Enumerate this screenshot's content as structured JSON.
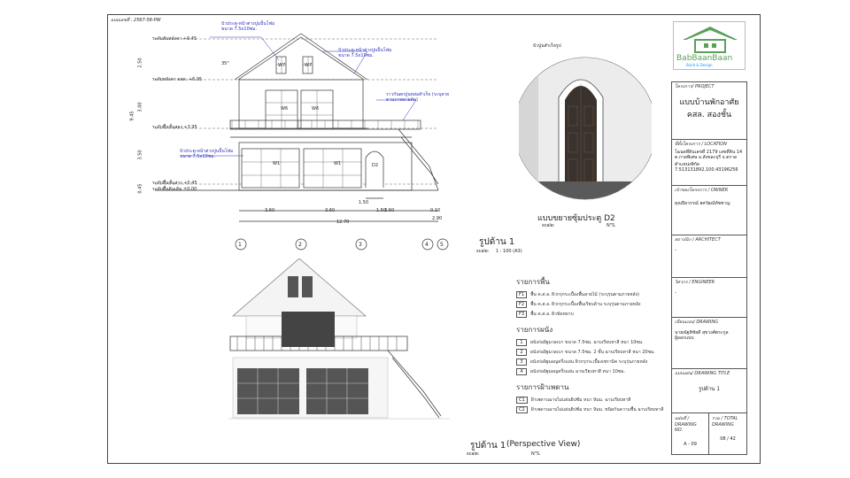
{
  "sheet": {
    "code": "แบบเลขที่ : 2567-58-PW"
  },
  "elevation": {
    "levels": [
      {
        "label": "ระดับสันหลังคา +9.45"
      },
      {
        "label": "ระดับหลังคา ดสล. +6.95"
      },
      {
        "label": "ระดับพื้นชั้นสอง +3.95"
      },
      {
        "label": "ระดับพื้นชั้นล่าง +0.45"
      },
      {
        "label": "ระดับพื้นดินเดิม ±0.00"
      }
    ],
    "vdims": [
      "2.50",
      "3.00",
      "3.50",
      "0.45"
    ],
    "total_height": "9.45",
    "angle": "35°",
    "hdims": [
      "3.60",
      "3.60",
      "3.60",
      "0.10",
      "1.50"
    ],
    "extra_dims": [
      "1.50",
      "2.90"
    ],
    "total_width": "12.70",
    "grids": [
      "1",
      "2",
      "3",
      "4",
      "5"
    ],
    "notes": {
      "n1": "บัวประตู-หน้าต่างปูนปั้นโฟม ขนาด 7.5x10ซม.",
      "n2": "บัวประตู-หน้าต่างปูนปั้นโฟม ขนาด 7.5x10ซม.",
      "n3": "ราวกันตกปูนหล่อสำเร็จ (ระบุลายตามภาพลายตัด)",
      "n4": "บัวประตู-หน้าต่างปูนปั้นโฟม ขนาด 7.5x10ซม."
    },
    "win_tags": [
      "W7",
      "W7",
      "W6",
      "W6",
      "W1",
      "W1",
      "D2"
    ],
    "title": "รูปด้าน 1",
    "scale": "1 : 100 (A3)",
    "scale_lbl": "scale:"
  },
  "detail": {
    "label": "บัวปูนสำเร็จรูป",
    "title": "แบบขยายซุ้มประตู D2",
    "scale_lbl": "scale:",
    "scale": "N\"S."
  },
  "perspective": {
    "title": "รูปด้าน 1",
    "subtitle": "(Perspective View)",
    "scale_lbl": "scale:",
    "scale": "N\"S."
  },
  "legend": {
    "floor_head": "รายการพื้น",
    "floor": [
      {
        "code": "F1",
        "text": "พื้น ค.ส.ล. ผิวกรุกระเบื้องพื้นลายไม้ (ระบุรุ่นตามภายหลัง)"
      },
      {
        "code": "F2",
        "text": "พื้น ค.ส.ล. ผิวกรุกระเบื้องพื้นเรียบด้าน ระบุรุ่นตามภายหลัง"
      },
      {
        "code": "F3",
        "text": "พื้น ค.ส.ล. ผิวขัดหยาบ"
      }
    ],
    "wall_head": "รายการผนัง",
    "wall": [
      {
        "code": "1",
        "text": "ผนังก่ออิฐมวลเบา ขนาด 7.5ซม. ฉาบเรียบทาสี หนา 10ซม."
      },
      {
        "code": "2",
        "text": "ผนังก่ออิฐมวลเบา ขนาด 7.5ซม. 2 ชั้น ฉาบเรียบทาสี หนา 20ซม."
      },
      {
        "code": "3",
        "text": "ผนังก่ออิฐมอญครึ่งแผ่น ผิวกรุกระเบื้องเซรามิค ระบุรุ่นภายหลัง"
      },
      {
        "code": "4",
        "text": "ผนังก่ออิฐมอญครึ่งแผ่น ฉาบเรียบทาสี หนา 10ซม."
      }
    ],
    "ceiling_head": "รายการฝ้าเพดาน",
    "ceiling": [
      {
        "code": "C1",
        "text": "ฝ้าเพดานฉาบไม่แผ่นยิปซั่ม หนา 9มม. ฉาบเรียบทาสี"
      },
      {
        "code": "C2",
        "text": "ฝ้าเพดานฉาบไม่แผ่นยิปซั่ม หนา 9มม. ชนิดกันความชื้น ฉาบเรียบทาสี"
      }
    ]
  },
  "logo": {
    "brand": "BabBaanBaan",
    "tagline": "Build & Design"
  },
  "titleblock": {
    "project_lbl": "โครงการ/ PROJECT",
    "project": "แบบบ้านพักอาศัย คสล. สองชั้น",
    "location_lbl": "ที่ตั้งโครงการ / LOCATION",
    "location": "โฉนดที่ดินเลขที่ 2179 เลขที่ดิน 14 ต.กาดพิเศษ อ.สังขละบุรี จ.ตราด",
    "coord_lbl": "ตำแหน่งพิกัด",
    "coord": "7.513131892,100.43196256",
    "owner_lbl": "เจ้าของโครงการ / OWNER",
    "owner": "คุณปิยวรรณ์ ยศวัฒน์ทัชชาญ",
    "architect_lbl": "สถาปนิก / ARCHITECT",
    "architect": "-",
    "engineer_lbl": "วิศวกร / ENGINEER",
    "engineer": "-",
    "drawing_lbl": "เขียนแบบ/ DRAWING",
    "drawing": "นายณัฐพิชัยดี สุขวงศ์ตระกูล",
    "drawing_sub": "ผู้ออกแบบ",
    "title_lbl": "แบบแผ่น/ DRAWING TITLE",
    "title": "รูปด้าน 1",
    "sheet_no_lbl": "แผ่นที่ / DRAWING NO.",
    "sheet_no": "A - 09",
    "total_lbl": "รวม / TOTAL DRAWING",
    "total": "08 / 42"
  },
  "colors": {
    "line": "#333333",
    "brand_green": "#5aa05a",
    "brand_blue": "#1e90ff",
    "note": "#2b2fb8"
  }
}
